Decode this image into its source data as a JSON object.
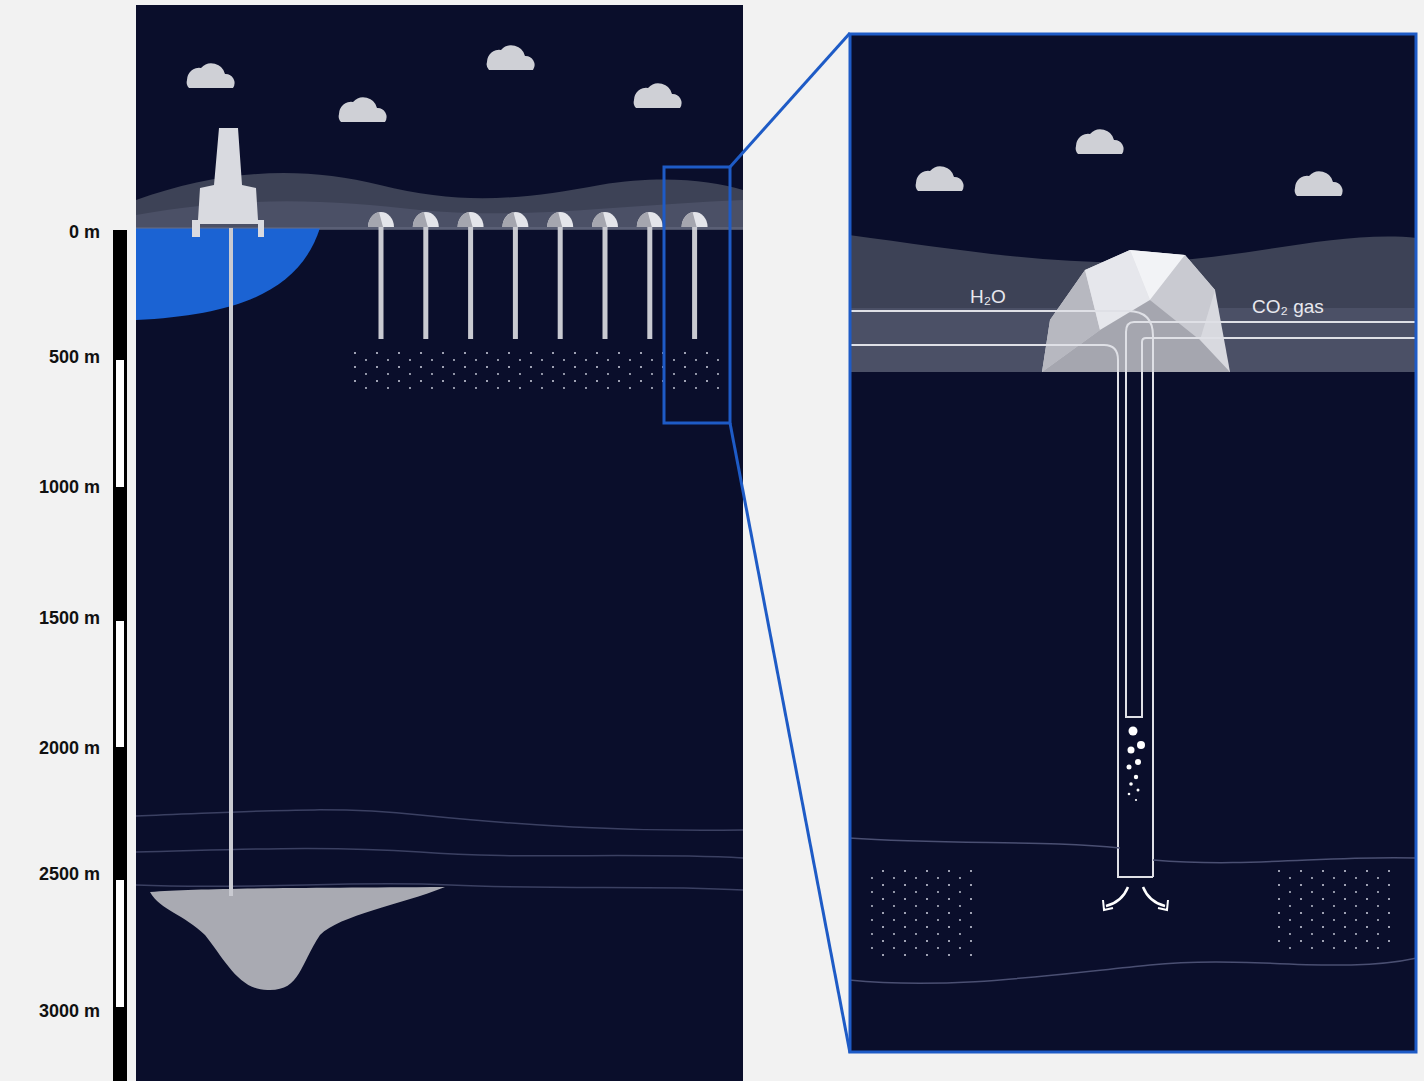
{
  "diagram": {
    "labels": [
      "0 m",
      "500 m",
      "1000 m",
      "1500 m",
      "2000 m",
      "2500 m",
      "3000 m",
      "H₂O",
      "CO₂ gas"
    ]
  }
}
